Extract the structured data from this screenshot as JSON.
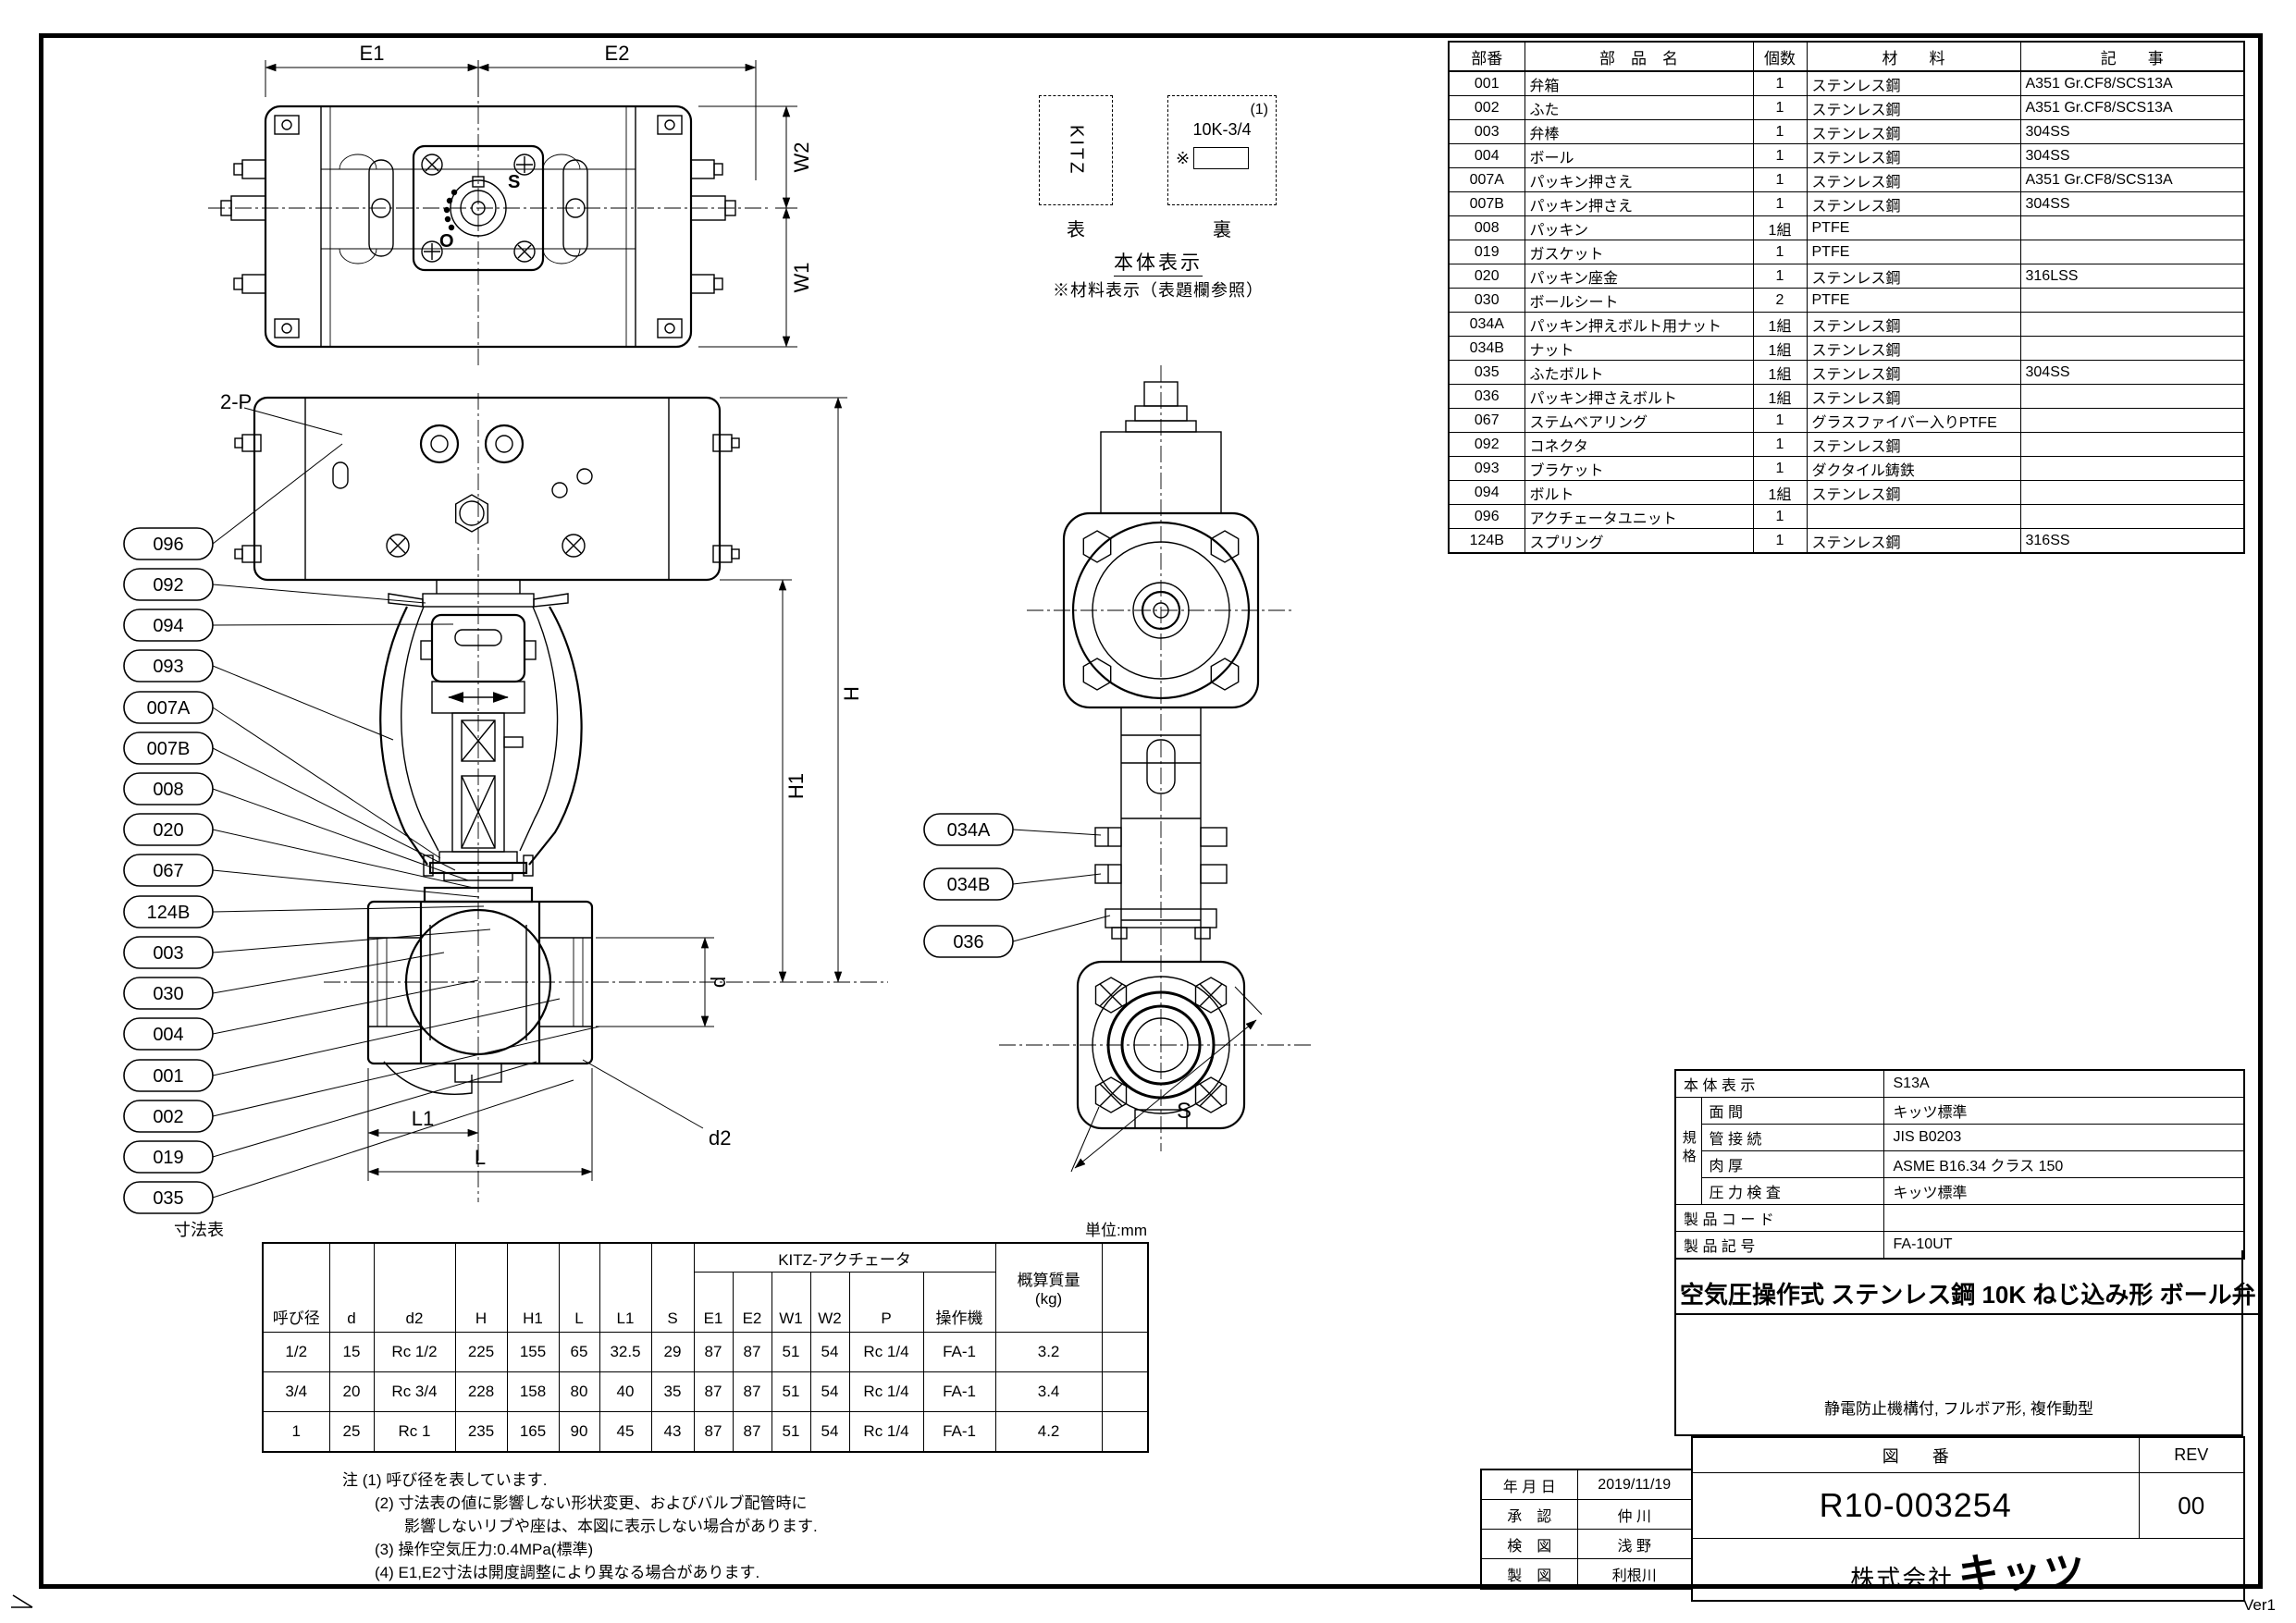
{
  "frame": {
    "ver_label": "Ver1"
  },
  "marking": {
    "front_text": "KITZ",
    "back_line1": "(1)",
    "back_line2": "10K-3/4",
    "back_ref": "※",
    "front_caption": "表",
    "back_caption": "裏",
    "title": "本体表示",
    "note": "※材料表示（表題欄参照）"
  },
  "parts_table": {
    "headers": {
      "no": "部番",
      "name": "部　品　名",
      "qty": "個数",
      "material": "材　　料",
      "remarks": "記　　事"
    },
    "rows": [
      {
        "no": "001",
        "name": "弁箱",
        "qty": "1",
        "material": "ステンレス鋼",
        "remarks": "A351 Gr.CF8/SCS13A"
      },
      {
        "no": "002",
        "name": "ふた",
        "qty": "1",
        "material": "ステンレス鋼",
        "remarks": "A351 Gr.CF8/SCS13A"
      },
      {
        "no": "003",
        "name": "弁棒",
        "qty": "1",
        "material": "ステンレス鋼",
        "remarks": "304SS"
      },
      {
        "no": "004",
        "name": "ボール",
        "qty": "1",
        "material": "ステンレス鋼",
        "remarks": "304SS"
      },
      {
        "no": "007A",
        "name": "パッキン押さえ",
        "qty": "1",
        "material": "ステンレス鋼",
        "remarks": "A351 Gr.CF8/SCS13A"
      },
      {
        "no": "007B",
        "name": "パッキン押さえ",
        "qty": "1",
        "material": "ステンレス鋼",
        "remarks": "304SS"
      },
      {
        "no": "008",
        "name": "パッキン",
        "qty": "1組",
        "material": "PTFE",
        "remarks": ""
      },
      {
        "no": "019",
        "name": "ガスケット",
        "qty": "1",
        "material": "PTFE",
        "remarks": ""
      },
      {
        "no": "020",
        "name": "パッキン座金",
        "qty": "1",
        "material": "ステンレス鋼",
        "remarks": "316LSS"
      },
      {
        "no": "030",
        "name": "ボールシート",
        "qty": "2",
        "material": "PTFE",
        "remarks": ""
      },
      {
        "no": "034A",
        "name": "パッキン押えボルト用ナット",
        "qty": "1組",
        "material": "ステンレス鋼",
        "remarks": ""
      },
      {
        "no": "034B",
        "name": "ナット",
        "qty": "1組",
        "material": "ステンレス鋼",
        "remarks": ""
      },
      {
        "no": "035",
        "name": "ふたボルト",
        "qty": "1組",
        "material": "ステンレス鋼",
        "remarks": "304SS"
      },
      {
        "no": "036",
        "name": "パッキン押さえボルト",
        "qty": "1組",
        "material": "ステンレス鋼",
        "remarks": ""
      },
      {
        "no": "067",
        "name": "ステムベアリング",
        "qty": "1",
        "material": "グラスファイバー入りPTFE",
        "remarks": ""
      },
      {
        "no": "092",
        "name": "コネクタ",
        "qty": "1",
        "material": "ステンレス鋼",
        "remarks": ""
      },
      {
        "no": "093",
        "name": "ブラケット",
        "qty": "1",
        "material": "ダクタイル鋳鉄",
        "remarks": ""
      },
      {
        "no": "094",
        "name": "ボルト",
        "qty": "1組",
        "material": "ステンレス鋼",
        "remarks": ""
      },
      {
        "no": "096",
        "name": "アクチェータユニット",
        "qty": "1",
        "material": "",
        "remarks": ""
      },
      {
        "no": "124B",
        "name": "スプリング",
        "qty": "1",
        "material": "ステンレス鋼",
        "remarks": "316SS"
      }
    ]
  },
  "callouts": {
    "front": [
      "096",
      "092",
      "094",
      "093",
      "007A",
      "007B",
      "008",
      "020",
      "067",
      "124B",
      "003",
      "030",
      "004",
      "001",
      "002",
      "019",
      "035"
    ],
    "side": [
      "034A",
      "034B",
      "036"
    ]
  },
  "dim_labels": {
    "two_p": "2-P",
    "e1": "E1",
    "e2": "E2",
    "w1": "W1",
    "w2": "W2",
    "h": "H",
    "h1": "H1",
    "d": "d",
    "d2": "d2",
    "l1": "L1",
    "l": "L",
    "s": "S",
    "actuator_s": "S",
    "actuator_o": "O"
  },
  "dim_table": {
    "title": "寸法表",
    "unit": "単位:mm",
    "main": [
      "呼び径",
      "d",
      "d2",
      "H",
      "H1",
      "L",
      "L1",
      "S"
    ],
    "group": "KITZ-アクチェータ",
    "sub": [
      "E1",
      "E2",
      "W1",
      "W2",
      "P",
      "操作機"
    ],
    "weight": "概算質量",
    "weight_unit": "(kg)",
    "rows": [
      [
        "1/2",
        "15",
        "Rc 1/2",
        "225",
        "155",
        "65",
        "32.5",
        "29",
        "87",
        "87",
        "51",
        "54",
        "Rc 1/4",
        "FA-1",
        "3.2"
      ],
      [
        "3/4",
        "20",
        "Rc 3/4",
        "228",
        "158",
        "80",
        "40",
        "35",
        "87",
        "87",
        "51",
        "54",
        "Rc 1/4",
        "FA-1",
        "3.4"
      ],
      [
        "1",
        "25",
        "Rc 1",
        "235",
        "165",
        "90",
        "45",
        "43",
        "87",
        "87",
        "51",
        "54",
        "Rc 1/4",
        "FA-1",
        "4.2"
      ]
    ]
  },
  "notes": {
    "l1": "注 (1) 呼び径を表しています.",
    "l2": "(2) 寸法表の値に影響しない形状変更、およびバルブ配管時に",
    "l3": "影響しないリブや座は、本図に表示しない場合があります.",
    "l4": "(3) 操作空気圧力:0.4MPa(標準)",
    "l5": "(4) E1,E2寸法は開度調整により異なる場合があります."
  },
  "title_block": {
    "spec_group": "規格",
    "spec_rows": [
      {
        "label": "本 体 表 示",
        "value": "S13A"
      },
      {
        "label": "面 間",
        "value": "キッツ標準"
      },
      {
        "label": "管 接 続",
        "value": "JIS  B0203"
      },
      {
        "label": "肉 厚",
        "value": "ASME B16.34  クラス 150"
      },
      {
        "label": "圧 力 検 査",
        "value": "キッツ標準"
      },
      {
        "label": "製 品 コ ー ド",
        "value": ""
      },
      {
        "label": "製 品 記 号",
        "value": "FA-10UT"
      }
    ],
    "title": "空気圧操作式 ステンレス鋼 10K ねじ込み形 ボール弁",
    "subtitle": "静電防止機構付, フルボア形, 複作動型",
    "zuban_label": "図　　番",
    "rev_label": "REV",
    "drawing_no": "R10-003254",
    "rev_no": "00",
    "company_prefix": "株式会社",
    "company_logo": "キッツ",
    "signatures": [
      {
        "label": "年 月 日",
        "value": "2019/11/19"
      },
      {
        "label": "承　認",
        "value": "仲 川"
      },
      {
        "label": "検　図",
        "value": "浅 野"
      },
      {
        "label": "製　図",
        "value": "利根川"
      }
    ]
  }
}
